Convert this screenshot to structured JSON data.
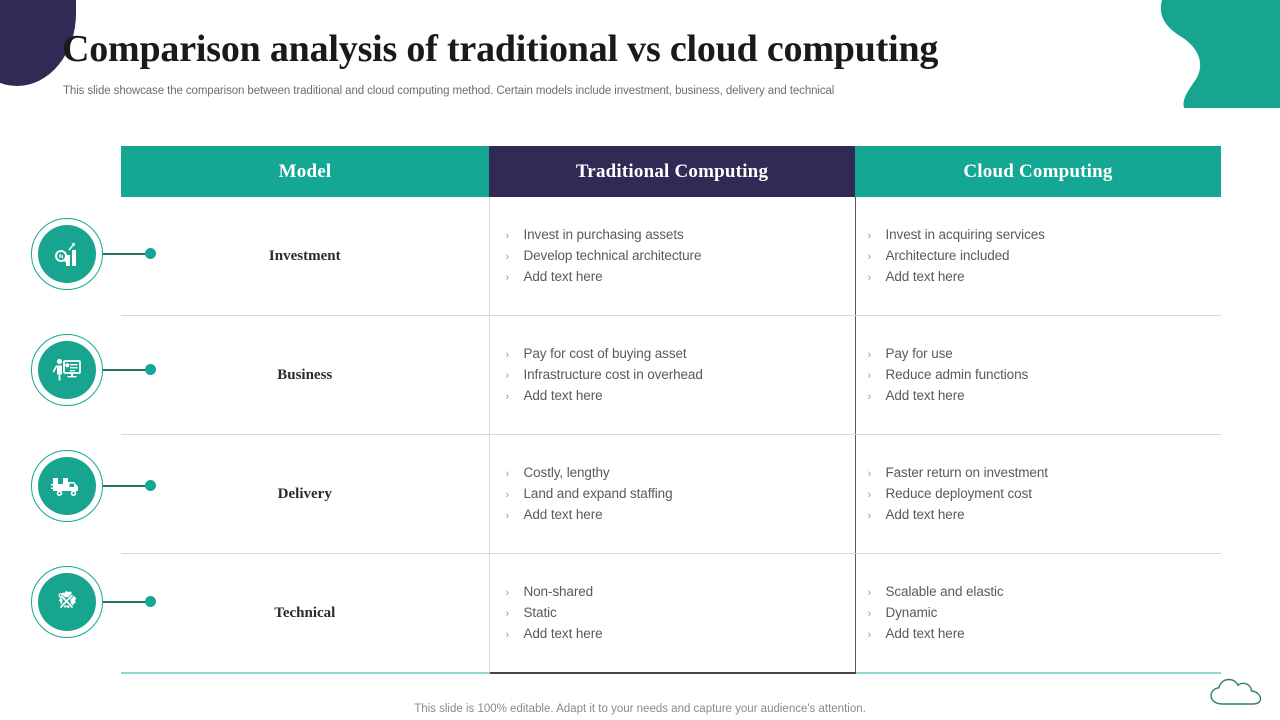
{
  "header": {
    "title": "Comparison analysis of traditional vs cloud computing",
    "subtitle": "This slide showcase the comparison between traditional and cloud computing method. Certain models include investment, business, delivery and technical"
  },
  "colors": {
    "teal": "#14a894",
    "dark_purple": "#302b54",
    "body_text": "#5a5a5a",
    "muted": "#8a8a8a"
  },
  "table": {
    "columns": [
      {
        "key": "model",
        "label": "Model",
        "header_bg": "#14a894"
      },
      {
        "key": "traditional",
        "label": "Traditional Computing",
        "header_bg": "#302b54"
      },
      {
        "key": "cloud",
        "label": "Cloud Computing",
        "header_bg": "#14a894"
      }
    ],
    "bullet_glyph": "›",
    "rows": [
      {
        "model": "Investment",
        "icon": "chart-magnifier-icon",
        "traditional": [
          "Invest  in purchasing  assets",
          "Develop technical architecture",
          "Add text here"
        ],
        "cloud": [
          "Invest  in acquiring services",
          "Architecture  included",
          "Add text here"
        ]
      },
      {
        "model": "Business",
        "icon": "presentation-person-icon",
        "traditional": [
          "Pay for cost of buying asset",
          "Infrastructure  cost in overhead",
          "Add text here"
        ],
        "cloud": [
          "Pay for use",
          "Reduce admin functions",
          "Add text here"
        ]
      },
      {
        "model": "Delivery",
        "icon": "delivery-truck-icon",
        "traditional": [
          "Costly, lengthy",
          "Land and expand staffing",
          "Add text here"
        ],
        "cloud": [
          "Faster return  on investment",
          "Reduce deployment  cost",
          "Add text here"
        ]
      },
      {
        "model": "Technical",
        "icon": "gear-tools-icon",
        "traditional": [
          "Non-shared",
          "Static",
          "Add text here"
        ],
        "cloud": [
          "Scalable and elastic",
          "Dynamic",
          "Add text here"
        ]
      }
    ]
  },
  "footer": {
    "note": "This slide is 100% editable. Adapt it to your needs and capture your audience's attention.",
    "logo": "cloud-outline-logo"
  }
}
